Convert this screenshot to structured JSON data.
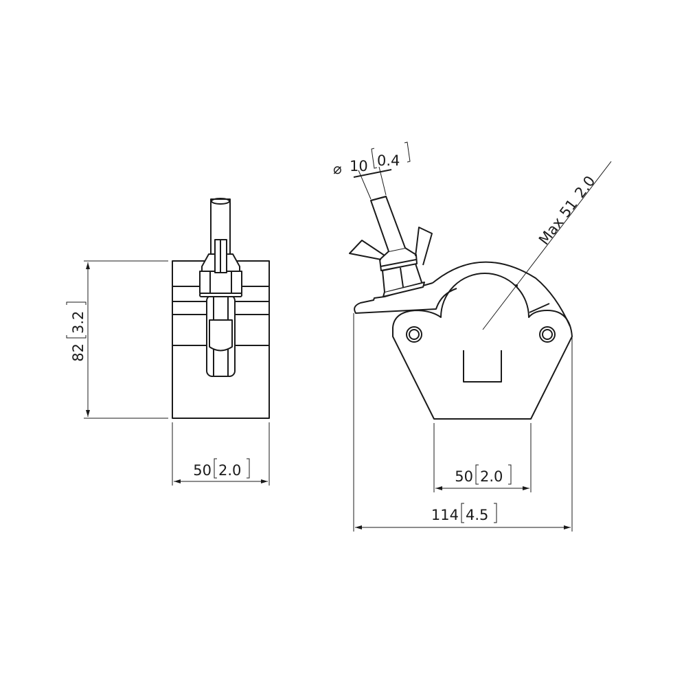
{
  "drawing": {
    "side_view": {
      "height_dim": {
        "mm": "82",
        "in": "3.2"
      },
      "width_dim": {
        "mm": "50",
        "in": "2.0"
      }
    },
    "front_view": {
      "bolt_dim": {
        "symbol": "⌀",
        "mm": "10",
        "in": "0.4"
      },
      "tube_dim": {
        "prefix": "Max",
        "mm": "51",
        "in": "2.0"
      },
      "base_dim": {
        "mm": "50",
        "in": "2.0"
      },
      "overall_dim": {
        "mm": "114",
        "in": "4.5"
      }
    },
    "line_color": "#1a1a1a"
  }
}
